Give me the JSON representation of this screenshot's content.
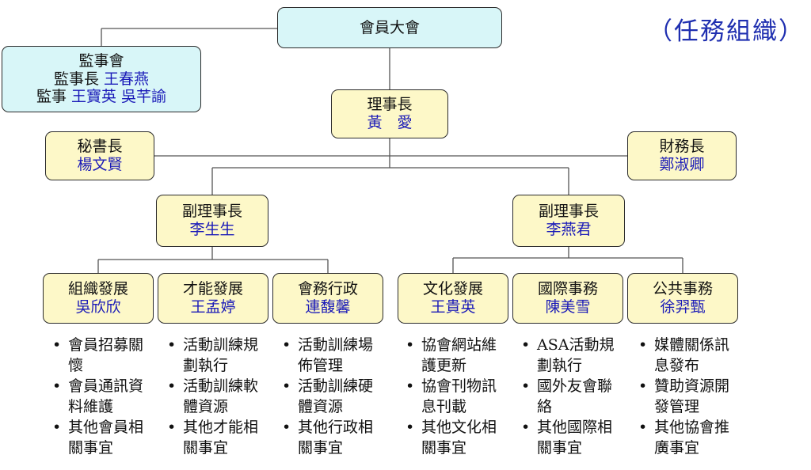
{
  "caption": "（任務組織）",
  "assembly": {
    "title": "會員大會"
  },
  "supervisors": {
    "title": "監事會",
    "chief_label": "監事長",
    "chief_name": "王春燕",
    "member_label": "監事",
    "member_names": "王寶英 吳芊諭"
  },
  "president": {
    "title": "理事長",
    "name": "黃　愛"
  },
  "secretary": {
    "title": "秘書長",
    "name": "楊文賢"
  },
  "treasurer": {
    "title": "財務長",
    "name": "鄭淑卿"
  },
  "vice_left": {
    "title": "副理事長",
    "name": "李生生"
  },
  "vice_right": {
    "title": "副理事長",
    "name": "李燕君"
  },
  "departments": [
    {
      "title": "組織發展",
      "name": "吳欣欣",
      "tasks": [
        "會員招募關懷",
        "會員通訊資料維護",
        "其他會員相關事宜"
      ]
    },
    {
      "title": "才能發展",
      "name": "王孟婷",
      "tasks": [
        "活動訓練規劃執行",
        "活動訓練軟體資源",
        "其他才能相關事宜"
      ]
    },
    {
      "title": "會務行政",
      "name": "連馥馨",
      "tasks": [
        "活動訓練場佈管理",
        "活動訓練硬體資源",
        "其他行政相關事宜"
      ]
    },
    {
      "title": "文化發展",
      "name": "王貴英",
      "tasks": [
        "協會網站維護更新",
        "協會刊物訊息刊載",
        "其他文化相關事宜"
      ]
    },
    {
      "title": "國際事務",
      "name": "陳美雪",
      "tasks": [
        "ASA活動規劃執行",
        "國外友會聯絡",
        "其他國際相關事宜"
      ]
    },
    {
      "title": "公共事務",
      "name": "徐羿甄",
      "tasks": [
        "媒體關係訊息發布",
        "贊助資源開發管理",
        "其他協會推廣事宜"
      ]
    }
  ]
}
